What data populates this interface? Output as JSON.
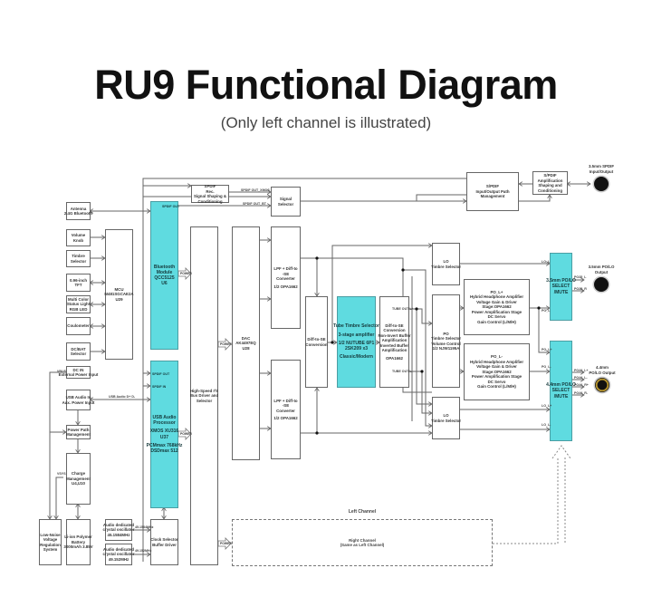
{
  "title": "RU9 Functional Diagram",
  "subtitle": "(Only left channel is illustrated)",
  "colors": {
    "accent_block": "#5fdbe0",
    "line": "#666666",
    "jack_gold": "#b8962e"
  },
  "blocks": [
    {
      "id": "antenna",
      "lines": [
        "Antenna",
        "2.4G Bluetooth"
      ]
    },
    {
      "id": "volume",
      "lines": [
        "Volume",
        "Knob"
      ]
    },
    {
      "id": "timbre",
      "lines": [
        "Timbre",
        "Selector"
      ]
    },
    {
      "id": "tft",
      "lines": [
        "0.96-inch",
        "TFT"
      ]
    },
    {
      "id": "statuslight",
      "lines": [
        "Multi Color",
        "Status Light",
        "RGB LED"
      ]
    },
    {
      "id": "coulometer",
      "lines": [
        "Coulometer"
      ]
    },
    {
      "id": "dcbat",
      "lines": [
        "DC/BAT",
        "Selector"
      ]
    },
    {
      "id": "mcu",
      "lines": [
        "MCU",
        "M481SGCAE2A",
        "U29"
      ]
    },
    {
      "id": "bt",
      "cyan": true,
      "lines": [
        "Bluetooth",
        "Module",
        "QCC5125",
        "U6"
      ]
    },
    {
      "id": "spdif",
      "lines": [
        "SPDIF",
        "Rec.",
        "Signal Shaping &",
        "Conditioning"
      ]
    },
    {
      "id": "signalsel",
      "lines": [
        "Signal",
        "Selector"
      ]
    },
    {
      "id": "i2s",
      "lines": [
        "High-Speed I²S",
        "Bus Driver and",
        "Selector"
      ]
    },
    {
      "id": "dac",
      "lines": [
        "DAC",
        "AK4497EQ",
        "U28"
      ]
    },
    {
      "id": "lpf1",
      "lines": [
        "LPF + Diff-to",
        "-SE",
        "Converter",
        "",
        "1/2 OPA1662"
      ]
    },
    {
      "id": "lpf2",
      "lines": [
        "LPF + Diff-to",
        "-SE",
        "Converter",
        "",
        "1/2 OPA1662"
      ]
    },
    {
      "id": "diffse",
      "lines": [
        "Diff-to-SE",
        "Conversion"
      ]
    },
    {
      "id": "tube",
      "cyan": true,
      "lines": [
        "Tube Timbre Selector",
        "",
        "3-stage amplifier",
        "",
        "1/2 NUTUBE 6P1",
        "2SK209 x3",
        "",
        "Classic/Modern"
      ]
    },
    {
      "id": "buffer",
      "lines": [
        "Diff-to-SE",
        "Conversion",
        "Non-Invert Buffer",
        "Amplification",
        "Inverted Buffer",
        "Amplification",
        "",
        "OPA1662"
      ]
    },
    {
      "id": "spdifpath",
      "lines": [
        "S/PDIF",
        "Input/Output Path",
        "Management"
      ]
    },
    {
      "id": "spdifamp",
      "lines": [
        "S/PDIF",
        "Amplification",
        "Shaping and",
        "Conditioning"
      ]
    },
    {
      "id": "lo1",
      "lines": [
        "LO",
        "Timbre Selector"
      ]
    },
    {
      "id": "po",
      "lines": [
        "PO",
        "Timbre Selector",
        "Volume Control",
        "1/2 NJW1195A"
      ]
    },
    {
      "id": "lo2",
      "lines": [
        "LO",
        "Timbre Selector"
      ]
    },
    {
      "id": "amp1",
      "lines": [
        "PO_L+",
        "Hybrid Headphone Amplifier",
        "Voltage Gain & Driver",
        "Stage:OPA1662",
        "Power Amplification Stage",
        "DC Servo",
        "Gain Control (L/M/H)"
      ]
    },
    {
      "id": "amp2",
      "lines": [
        "PO_L-",
        "Hybrid Headphone Amplifier",
        "Voltage Gain & Driver",
        "Stage:OPA1662",
        "Power Amplification Stage",
        "DC Servo",
        "Gain Control (L/M/H)"
      ]
    },
    {
      "id": "sel35",
      "cyan": true,
      "lines": [
        "3.5mm PO/LO",
        "SELECT",
        "/MUTE"
      ]
    },
    {
      "id": "sel44",
      "cyan": true,
      "lines": [
        "4.4mm PO/LO",
        "SELECT",
        "/MUTE"
      ]
    },
    {
      "id": "dcin",
      "lines": [
        "DC IN",
        "External Power Input"
      ]
    },
    {
      "id": "usbin",
      "lines": [
        "USB Audio In",
        "Aux. Power Input"
      ]
    },
    {
      "id": "powerpath",
      "lines": [
        "Power Path",
        "Management"
      ]
    },
    {
      "id": "charge",
      "lines": [
        "Charge",
        "Management",
        "U4,U10"
      ]
    },
    {
      "id": "lownoise",
      "lines": [
        "Low-Noise",
        "Voltage",
        "Regulation",
        "System"
      ]
    },
    {
      "id": "battery",
      "lines": [
        "Li-ion Polymer",
        "Battery",
        "3000mAh 3.85V"
      ]
    },
    {
      "id": "osc1",
      "lines": [
        "Audio dedicated",
        "crystal oscillator",
        "45.1584MHz"
      ]
    },
    {
      "id": "osc2",
      "lines": [
        "Audio dedicated",
        "crystal oscillator",
        "49.152MHz"
      ]
    },
    {
      "id": "clock",
      "lines": [
        "Clock Selector",
        "Buffer Driver"
      ]
    },
    {
      "id": "usbproc",
      "cyan": true,
      "lines": [
        "USB Audio",
        "Processor",
        "",
        "XMOS XU316",
        "U37",
        "",
        "PCMmax 768kHz",
        "DSDmax 512"
      ]
    }
  ],
  "bt_labels": {
    "bt_spdif_out": "SPDIF OUT",
    "usb_spdif_out": "SPDIF OUT",
    "usb_spdif_in": "SPDIF IN"
  },
  "wire_labels": {
    "spdif_out_xmos": "SPDIF OUT_XMOS",
    "spdif_out_bt": "SPDIF OUT_BT",
    "usb_dd": "USB Audio D+ D-",
    "vbus": "VBUS",
    "vsys": "VSYS",
    "f1": "45.1584MHz",
    "f2": "49.152MHz",
    "tube_p": "TUBE OUT L+",
    "tube_n": "TUBE OUT L-",
    "lo_l": "LO_L",
    "po_l": "PO_L",
    "po_lp": "PO_L+",
    "po_ln": "PO_L-",
    "lo_lp": "LO_L+",
    "lo_ln": "LO_L-",
    "po35_l": "PO35_L",
    "po35_r": "PO35_R",
    "po44_lp": "PO44_L+",
    "po44_ln": "PO44_L-",
    "po44_rp": "PO44_R+",
    "po44_rn": "PO44_R-"
  },
  "power_label": "POWER",
  "jacks": [
    {
      "id": "spdif_jack",
      "label": [
        "3.5mm SPDIF",
        "Input/Output"
      ]
    },
    {
      "id": "po35_jack",
      "label": [
        "3.5mm PO/LO",
        "Output"
      ]
    },
    {
      "id": "po44_jack",
      "label": [
        "4.4mm",
        "PO/LO Output"
      ],
      "gold": true
    }
  ],
  "left_channel_label": "Left Channel",
  "right_channel": [
    "Right Channel",
    "(Same as Left Channel)"
  ]
}
